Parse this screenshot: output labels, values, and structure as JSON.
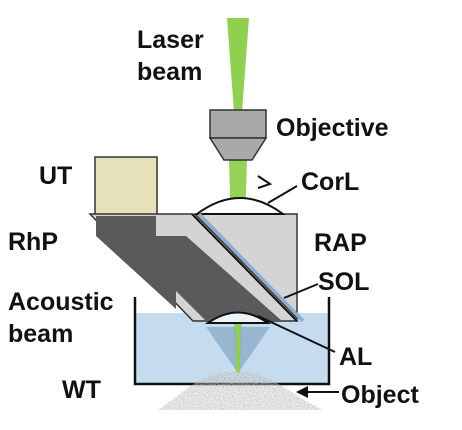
{
  "labels": {
    "laser_beam_line1": "Laser",
    "laser_beam_line2": "beam",
    "objective": "Objective",
    "ut": "UT",
    "corl": "CorL",
    "rhp": "RhP",
    "rap": "RAP",
    "sol": "SOL",
    "acoustic_beam_line1": "Acoustic",
    "acoustic_beam_line2": "beam",
    "al": "AL",
    "wt": "WT",
    "object": "Object"
  },
  "colors": {
    "laser": "#8fd14f",
    "water": "#c5dcef",
    "prism_light": "#d4d4d4",
    "acoustic_beam": "#5a5a5a",
    "transducer": "#e6e1b8",
    "objective": "#a9a9a9",
    "object": "#9a9a9a",
    "outline": "#111111"
  }
}
